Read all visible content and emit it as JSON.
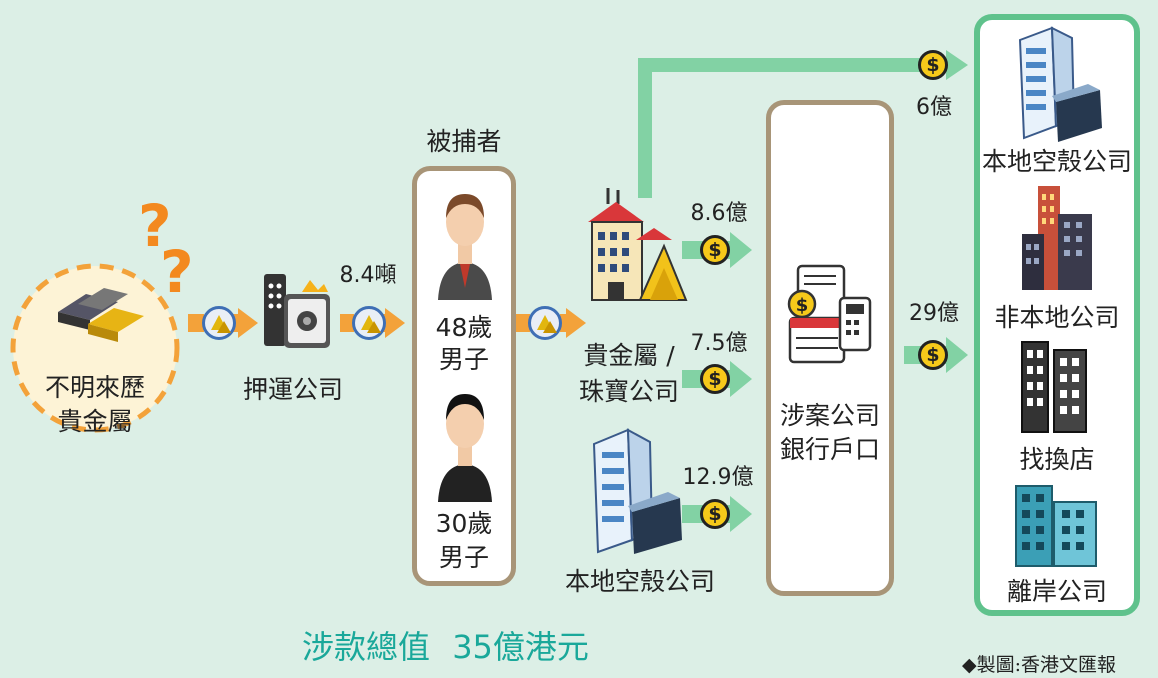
{
  "source": {
    "question_marks": [
      "?",
      "?"
    ],
    "label_line1": "不明來歷",
    "label_line2": "貴金屬"
  },
  "escort_company": {
    "label": "押運公司"
  },
  "gold_weight": {
    "label": "8.4噸"
  },
  "arrested": {
    "title": "被捕者",
    "person1_line1": "48歲",
    "person1_line2": "男子",
    "person2_line1": "30歲",
    "person2_line2": "男子"
  },
  "middle": {
    "jewelry_line1": "貴金屬 /",
    "jewelry_line2": "珠寶公司",
    "shell_label": "本地空殼公司",
    "amount_top": "8.6億",
    "amount_mid": "7.5億",
    "amount_bottom": "12.9億"
  },
  "bank": {
    "line1": "涉案公司",
    "line2": "銀行戶口"
  },
  "outflow": {
    "amount_top": "6億",
    "amount_mid": "29億"
  },
  "destinations": {
    "d1": "本地空殼公司",
    "d2": "非本地公司",
    "d3": "找換店",
    "d4": "離岸公司"
  },
  "total": {
    "prefix": "涉款總值",
    "amount": "35億港元"
  },
  "credit": "◆製圖:香港文匯報",
  "colors": {
    "background": "#dcefe6",
    "arrow_orange": "#f3a23a",
    "arrow_green": "#82d2a4",
    "panel_tan": "#a89578",
    "panel_green": "#5fc28c",
    "total_teal": "#1aa89a",
    "coin_yellow": "#f6c91a"
  }
}
